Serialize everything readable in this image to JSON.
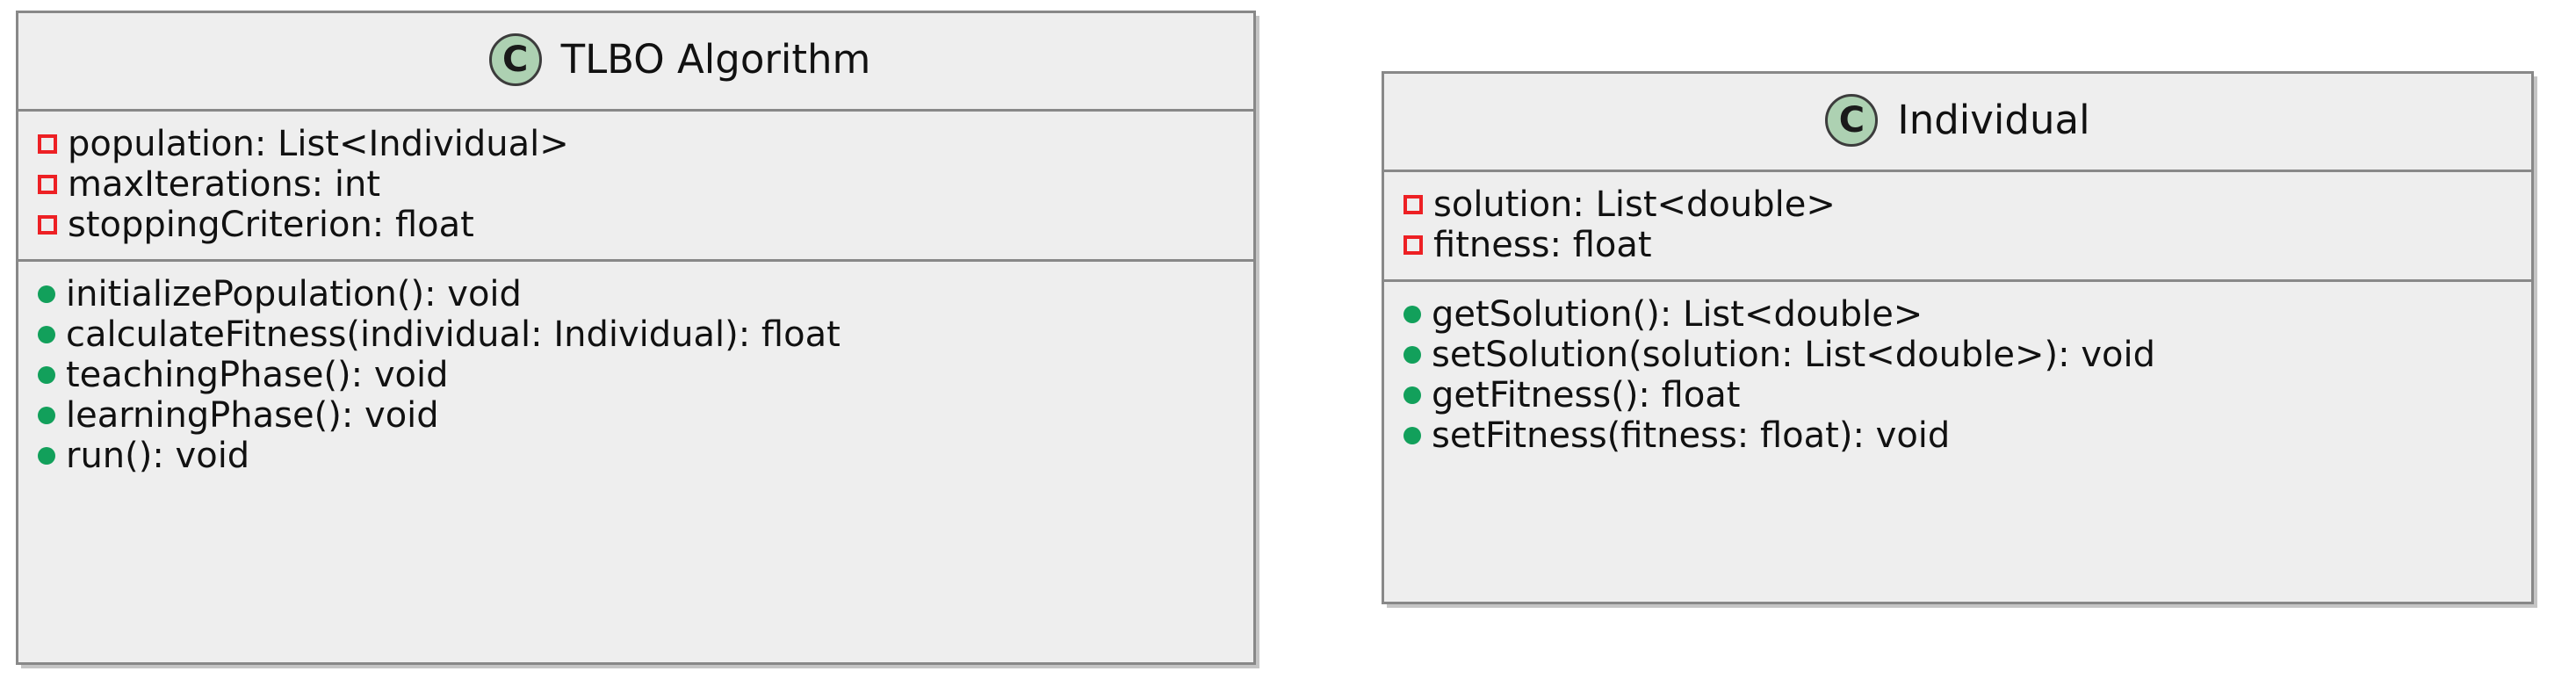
{
  "diagram": {
    "type": "uml-class-diagram",
    "background_color": "#ffffff",
    "border_color": "#888888",
    "fill_color": "#eeeeee",
    "class_icon_color": "#ADD1B2",
    "private_marker_color": "#ED2024",
    "public_marker_color": "#12A05B"
  },
  "classes": [
    {
      "id": "tlbo-algorithm",
      "icon_letter": "C",
      "name": "TLBO Algorithm",
      "attributes": [
        {
          "visibility": "private",
          "text": "population: List<Individual>"
        },
        {
          "visibility": "private",
          "text": "maxIterations: int"
        },
        {
          "visibility": "private",
          "text": "stoppingCriterion: float"
        }
      ],
      "methods": [
        {
          "visibility": "public",
          "text": "initializePopulation(): void"
        },
        {
          "visibility": "public",
          "text": "calculateFitness(individual: Individual): float"
        },
        {
          "visibility": "public",
          "text": "teachingPhase(): void"
        },
        {
          "visibility": "public",
          "text": "learningPhase(): void"
        },
        {
          "visibility": "public",
          "text": "run(): void"
        }
      ]
    },
    {
      "id": "individual",
      "icon_letter": "C",
      "name": "Individual",
      "attributes": [
        {
          "visibility": "private",
          "text": "solution: List<double>"
        },
        {
          "visibility": "private",
          "text": "fitness: float"
        }
      ],
      "methods": [
        {
          "visibility": "public",
          "text": "getSolution(): List<double>"
        },
        {
          "visibility": "public",
          "text": "setSolution(solution: List<double>): void"
        },
        {
          "visibility": "public",
          "text": "getFitness(): float"
        },
        {
          "visibility": "public",
          "text": "setFitness(fitness: float): void"
        }
      ]
    }
  ]
}
